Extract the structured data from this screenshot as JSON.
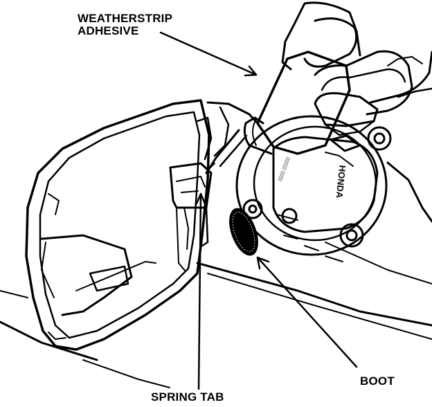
{
  "labels": {
    "weatherstrip_line1": "WEATHERSTRIP",
    "weatherstrip_line2": "ADHESIVE",
    "boot": "BOOT",
    "spring_tab": "SPRING TAB"
  },
  "cap_text": {
    "brand": "HONDA",
    "inner_text": "▯▯▯▯ ▯▯▯▯▯"
  },
  "colors": {
    "ink": "#000000",
    "paper": "#ffffff"
  }
}
